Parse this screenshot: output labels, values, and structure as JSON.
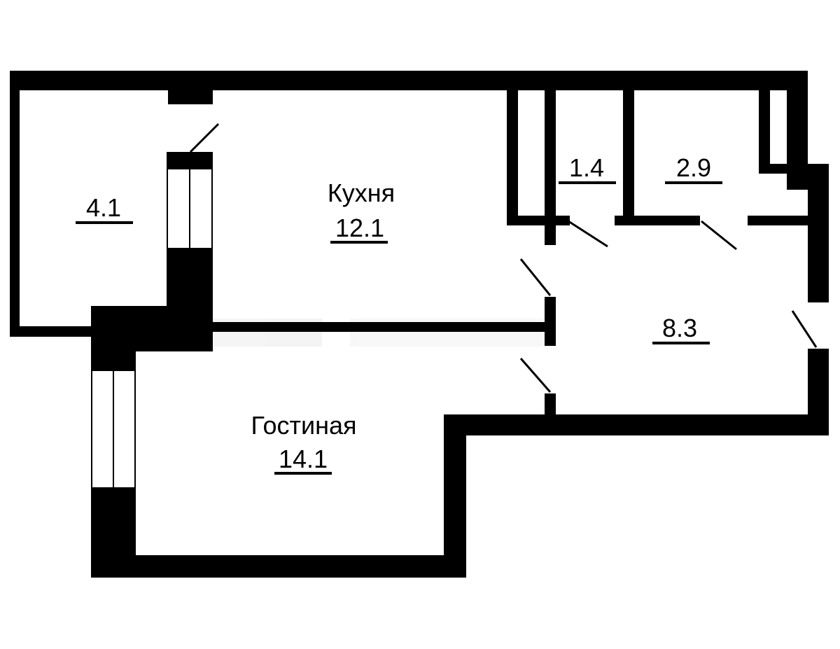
{
  "colors": {
    "wall": "#000000",
    "background": "#ffffff",
    "watermark": "#e4e4e4"
  },
  "rooms": [
    {
      "id": "loggia",
      "label": "",
      "area": "4.1"
    },
    {
      "id": "kitchen",
      "label": "Кухня",
      "area": "12.1"
    },
    {
      "id": "bathroom",
      "label": "",
      "area": "1.4"
    },
    {
      "id": "wc",
      "label": "",
      "area": "2.9"
    },
    {
      "id": "hall",
      "label": "",
      "area": "8.3"
    },
    {
      "id": "living",
      "label": "Гостиная",
      "area": "14.1"
    }
  ]
}
